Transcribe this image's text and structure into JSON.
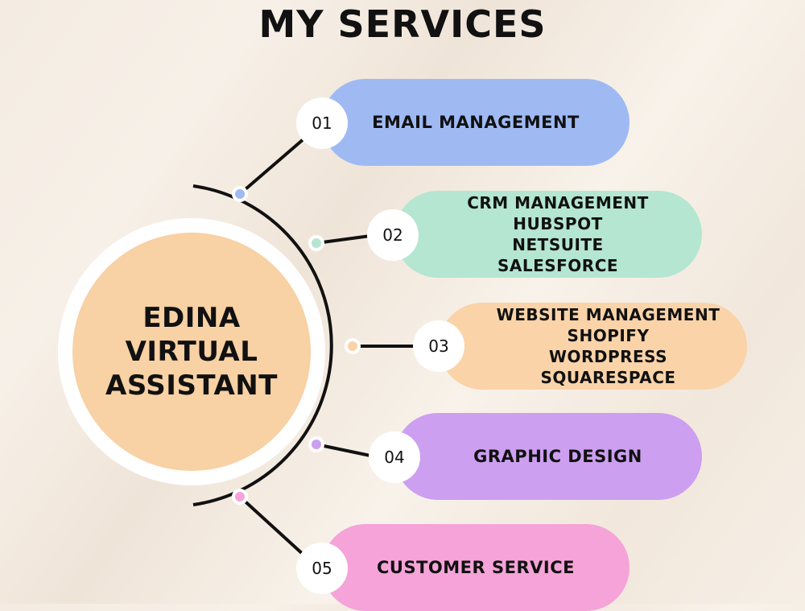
{
  "title": "MY SERVICES",
  "hub": {
    "lines": [
      "EDINA",
      "VIRTUAL",
      "ASSISTANT"
    ],
    "color": "#f8d1a4"
  },
  "services": [
    {
      "number": "01",
      "lines": [
        "EMAIL MANAGEMENT"
      ],
      "color": "#9fbaf3",
      "dot_color": "#9fbaf3"
    },
    {
      "number": "02",
      "lines": [
        "CRM MANAGEMENT",
        "HUBSPOT",
        "NETSUITE",
        "SALESFORCE"
      ],
      "color": "#b4e6d2",
      "dot_color": "#b4e6d2"
    },
    {
      "number": "03",
      "lines": [
        "WEBSITE MANAGEMENT",
        "SHOPIFY",
        "WORDPRESS",
        "SQUARESPACE"
      ],
      "color": "#fad3a9",
      "dot_color": "#fad3a9"
    },
    {
      "number": "04",
      "lines": [
        "GRAPHIC DESIGN"
      ],
      "color": "#cc9ff0",
      "dot_color": "#cc9ff0"
    },
    {
      "number": "05",
      "lines": [
        "CUSTOMER SERVICE"
      ],
      "color": "#f5a3d8",
      "dot_color": "#f5a3d8"
    }
  ]
}
